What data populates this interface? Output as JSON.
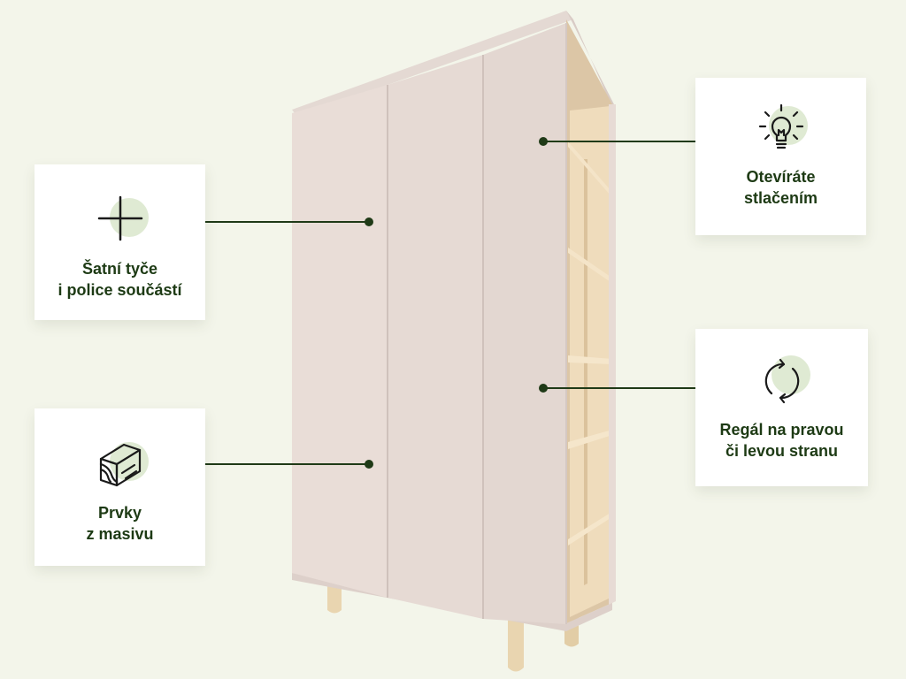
{
  "features": [
    {
      "id": "rods",
      "icon": "plus-icon",
      "label": "Šatní tyče\ni police součástí"
    },
    {
      "id": "solid",
      "icon": "wood-beam-icon",
      "label": "Prvky\nz masivu"
    },
    {
      "id": "push",
      "icon": "lightbulb-icon",
      "label": "Otevíráte\nstlačením"
    },
    {
      "id": "shelf",
      "icon": "rotate-arrows-icon",
      "label": "Regál na pravou\nči levou stranu"
    }
  ],
  "colors": {
    "background": "#f3f5ea",
    "accent_dark": "#1f3a17",
    "accent_blob": "#dfead3",
    "door": "#e8dcd6",
    "wood": "#ecd9b7"
  }
}
